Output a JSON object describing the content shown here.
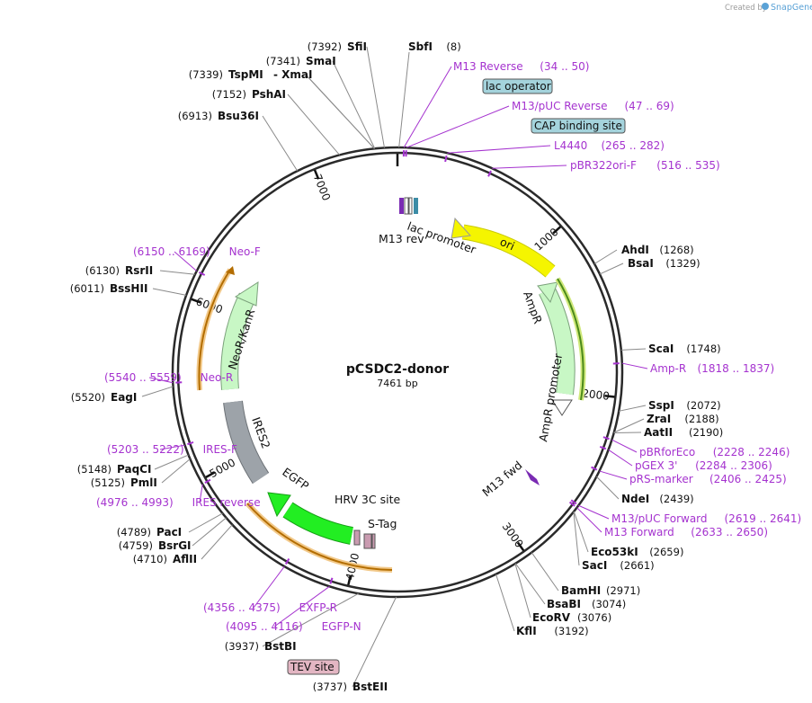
{
  "branding": {
    "prefix": "Created by",
    "product": "SnapGene"
  },
  "plasmid": {
    "name": "pCSDC2-donor",
    "size_label": "7461 bp"
  },
  "ticks": [
    "1000",
    "2000",
    "3000",
    "4000",
    "5000",
    "6000",
    "7000"
  ],
  "sites": [
    {
      "name": "SbfI",
      "pos": "(8)"
    },
    {
      "name": "AhdI",
      "pos": "(1268)"
    },
    {
      "name": "BsaI",
      "pos": "(1329)"
    },
    {
      "name": "ScaI",
      "pos": "(1748)"
    },
    {
      "name": "SspI",
      "pos": "(2072)"
    },
    {
      "name": "ZraI",
      "pos": "(2188)"
    },
    {
      "name": "AatII",
      "pos": "(2190)"
    },
    {
      "name": "NdeI",
      "pos": "(2439)"
    },
    {
      "name": "Eco53kI",
      "pos": "(2659)"
    },
    {
      "name": "SacI",
      "pos": "(2661)"
    },
    {
      "name": "BamHI",
      "pos": "(2971)"
    },
    {
      "name": "BsaBI",
      "pos": "(3074)"
    },
    {
      "name": "EcoRV",
      "pos": "(3076)"
    },
    {
      "name": "KflI",
      "pos": "(3192)"
    },
    {
      "name": "BstBI",
      "pos": "(3937)"
    },
    {
      "name": "BstEII",
      "pos": "(3737)"
    },
    {
      "name": "AflII",
      "pos": "(4710)"
    },
    {
      "name": "BsrGI",
      "pos": "(4759)"
    },
    {
      "name": "PacI",
      "pos": "(4789)"
    },
    {
      "name": "PmlI",
      "pos": "(5125)"
    },
    {
      "name": "PaqCI",
      "pos": "(5148)"
    },
    {
      "name": "EagI",
      "pos": "(5520)"
    },
    {
      "name": "BssHII",
      "pos": "(6011)"
    },
    {
      "name": "RsrII",
      "pos": "(6130)"
    },
    {
      "name": "Bsu36I",
      "pos": "(6913)"
    },
    {
      "name": "PshAI",
      "pos": "(7152)"
    },
    {
      "name": "TspMI",
      "pos": "(7339)"
    },
    {
      "name": "- XmaI",
      "pos": ""
    },
    {
      "name": "SmaI",
      "pos": "(7341)"
    },
    {
      "name": "SfiI",
      "pos": "(7392)"
    }
  ],
  "primers": [
    {
      "name": "M13 Reverse",
      "range": "(34 .. 50)"
    },
    {
      "name": "M13/pUC Reverse",
      "range": "(47 .. 69)"
    },
    {
      "name": "L4440",
      "range": "(265 .. 282)"
    },
    {
      "name": "pBR322ori-F",
      "range": "(516 .. 535)"
    },
    {
      "name": "Amp-R",
      "range": "(1818 .. 1837)"
    },
    {
      "name": "pBRforEco",
      "range": "(2228 .. 2246)"
    },
    {
      "name": "pGEX 3'",
      "range": "(2284 .. 2306)"
    },
    {
      "name": "pRS-marker",
      "range": "(2406 .. 2425)"
    },
    {
      "name": "M13/pUC Forward",
      "range": "(2619 .. 2641)"
    },
    {
      "name": "M13 Forward",
      "range": "(2633 .. 2650)"
    },
    {
      "name": "EXFP-R",
      "range": "(4356 .. 4375)"
    },
    {
      "name": "EGFP-N",
      "range": "(4095 .. 4116)"
    },
    {
      "name": "IRES reverse",
      "range": "(4976 .. 4993)"
    },
    {
      "name": "IRES-F",
      "range": "(5203 .. 5222)"
    },
    {
      "name": "Neo-R",
      "range": "(5540 .. 5559)"
    },
    {
      "name": "Neo-F",
      "range": "(6150 .. 6169)"
    }
  ],
  "boxed_features": [
    {
      "name": "lac operator",
      "color": "#a4d3dc"
    },
    {
      "name": "CAP binding site",
      "color": "#a4d3dc"
    },
    {
      "name": "TEV site",
      "color": "#e3b6c3"
    }
  ],
  "features": [
    {
      "name": "ori",
      "color": "#f5f500"
    },
    {
      "name": "AmpR",
      "color": "#c8f7c5"
    },
    {
      "name": "AmpR promoter",
      "color": "#ffffff"
    },
    {
      "name": "M13 fwd",
      "color": "#7a2bb3"
    },
    {
      "name": "HRV 3C site",
      "color": "#c99bb0"
    },
    {
      "name": "S-Tag",
      "color": "#c99bb0"
    },
    {
      "name": "EGFP",
      "color": "#22ee22"
    },
    {
      "name": "IRES2",
      "color": "#9da3a9"
    },
    {
      "name": "NeoR/KanR",
      "color": "#c8f7c5"
    },
    {
      "name": "lac promoter",
      "color": "#a4d3dc"
    },
    {
      "name": "M13 rev",
      "color": "#7a2bb3"
    }
  ]
}
